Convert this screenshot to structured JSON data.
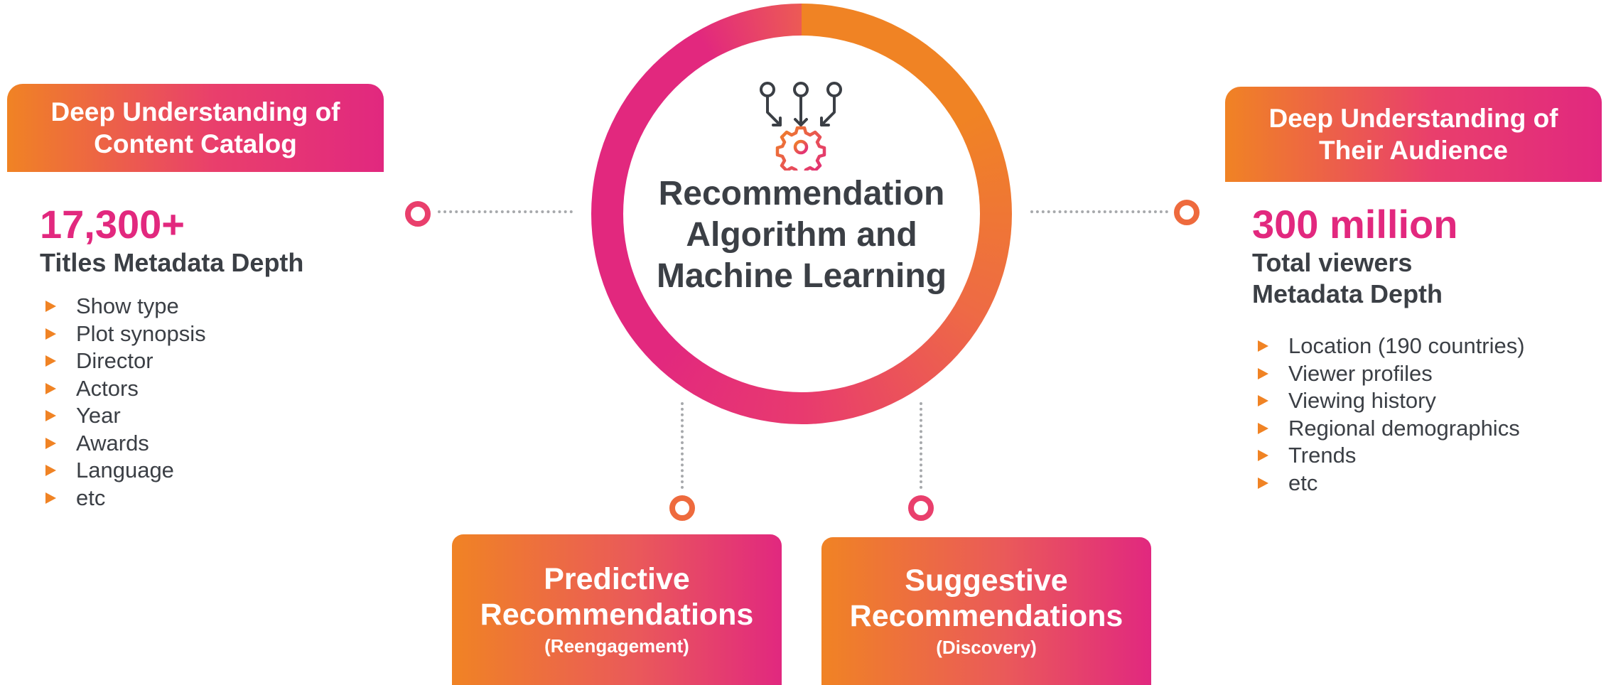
{
  "left_panel": {
    "header_line1": "Deep Understanding of",
    "header_line2": "Content Catalog",
    "big_number": "17,300+",
    "subtitle": "Titles Metadata Depth",
    "items": [
      "Show type",
      "Plot synopsis",
      "Director",
      "Actors",
      "Year",
      "Awards",
      "Language",
      "etc"
    ]
  },
  "center": {
    "title_line1": "Recommendation",
    "title_line2": "Algorithm and",
    "title_line3": "Machine Learning",
    "icon": "algorithm-gear-icon"
  },
  "right_panel": {
    "header_line1": "Deep Understanding of",
    "header_line2": "Their Audience",
    "big_number": "300 million",
    "subtitle_line1": "Total viewers",
    "subtitle_line2": "Metadata Depth",
    "items": [
      "Location (190 countries)",
      "Viewer profiles",
      "Viewing history",
      "Regional demographics",
      "Trends",
      "etc"
    ]
  },
  "bottom_left": {
    "line1": "Predictive",
    "line2": "Recommendations",
    "line3": "(Reengagement)"
  },
  "bottom_right": {
    "line1": "Suggestive",
    "line2": "Recommendations",
    "line3": "(Discovery)"
  },
  "colors": {
    "orange": "#f08324",
    "pink": "#e1287f",
    "text_dark": "#3b3f45",
    "connector_gray": "#a7a9ac"
  }
}
